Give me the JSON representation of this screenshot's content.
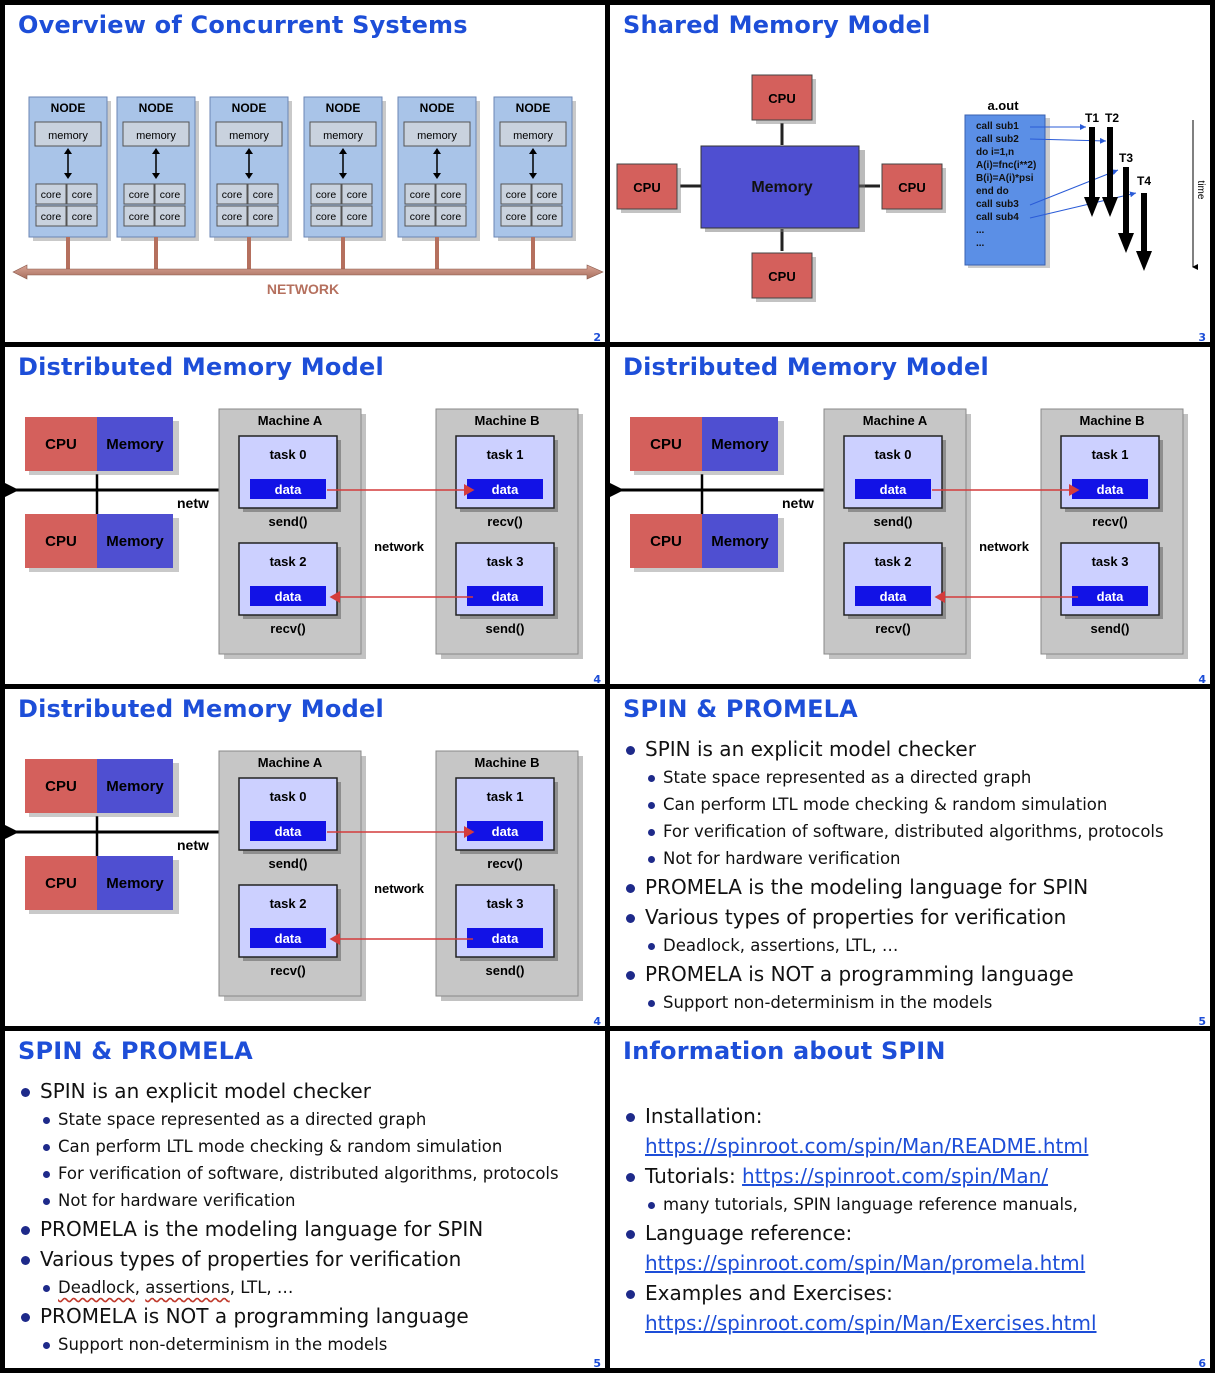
{
  "slides": [
    {
      "title": "Overview of Concurrent Systems",
      "num": "2",
      "node_label": "NODE",
      "memory_label": "memory",
      "core_label": "core",
      "network_label": "NETWORK"
    },
    {
      "title": "Shared Memory Model",
      "num": "3",
      "cpu_label": "CPU",
      "memory_label": "Memory",
      "aout_label": "a.out",
      "code_lines": [
        "call sub1",
        "call sub2",
        "do  i=1,n",
        "A(i)=fnc(i**2)",
        "B(i)=A(i)*psi",
        "end do",
        "call sub3",
        "call sub4",
        "...",
        "..."
      ],
      "threads": [
        "T1",
        "T2",
        "T3",
        "T4"
      ],
      "time_label": "time"
    },
    {
      "title": "Distributed Memory Model",
      "num": "4",
      "cpu_label": "CPU",
      "memory_label": "Memory",
      "netw_label": "netw",
      "machine_a": "Machine A",
      "machine_b": "Machine B",
      "network_label": "network",
      "task0": "task 0",
      "task1": "task 1",
      "task2": "task 2",
      "task3": "task 3",
      "data_label": "data",
      "send": "send()",
      "recv": "recv()"
    },
    {
      "title": "Distributed Memory Model",
      "num": "4",
      "cpu_label": "CPU",
      "memory_label": "Memory",
      "netw_label": "netw",
      "machine_a": "Machine A",
      "machine_b": "Machine B",
      "network_label": "network",
      "task0": "task 0",
      "task1": "task 1",
      "task2": "task 2",
      "task3": "task 3",
      "data_label": "data",
      "send": "send()",
      "recv": "recv()"
    },
    {
      "title": "Distributed Memory Model",
      "num": "4",
      "cpu_label": "CPU",
      "memory_label": "Memory",
      "netw_label": "netw",
      "machine_a": "Machine A",
      "machine_b": "Machine B",
      "network_label": "network",
      "task0": "task 0",
      "task1": "task 1",
      "task2": "task 2",
      "task3": "task 3",
      "data_label": "data",
      "send": "send()",
      "recv": "recv()"
    },
    {
      "title": "SPIN & PROMELA",
      "num": "5",
      "b1": "SPIN is an explicit model checker",
      "b1a": "State space represented as a directed graph",
      "b1b": "Can perform LTL mode checking & random simulation",
      "b1c": "For verification of software, distributed algorithms, protocols",
      "b1d": "Not for hardware verification",
      "b2": "PROMELA is the modeling language for SPIN",
      "b3": "Various types of properties for verification",
      "b3a": "Deadlock, assertions, LTL, …",
      "b4": "PROMELA is NOT a programming language",
      "b4a": "Support non-determinism in the models"
    },
    {
      "title": "SPIN & PROMELA",
      "num": "5",
      "b1": "SPIN is an explicit model checker",
      "b1a": "State space represented as a directed graph",
      "b1b": "Can perform LTL mode checking & random simulation",
      "b1c": "For verification of software, distributed algorithms, protocols",
      "b1d": "Not for hardware verification",
      "b2": "PROMELA is the modeling language for SPIN",
      "b3": "Various types of properties for verification",
      "b3a_w1": "Deadlock",
      "b3a_c1": ", ",
      "b3a_w2": "assertions",
      "b3a_c2": ", ",
      "b3a_w3": "LTL",
      "b3a_rest": ", …",
      "b4": "PROMELA is NOT a programming language",
      "b4a": "Support non-determinism in the models"
    },
    {
      "title": "Information about SPIN",
      "num": "6",
      "install_label": "Installation:",
      "install_url": "https://spinroot.com/spin/Man/README.html",
      "tut_label": "Tutorials: ",
      "tut_url": "https://spinroot.com/spin/Man/",
      "tut_sub": "many tutorials, SPIN language reference manuals,",
      "lang_label": "Language reference:",
      "lang_url": "https://spinroot.com/spin/Man/promela.html",
      "ex_label": "Examples and Exercises:",
      "ex_url": "https://spinroot.com/spin/Man/Exercises.html"
    }
  ]
}
